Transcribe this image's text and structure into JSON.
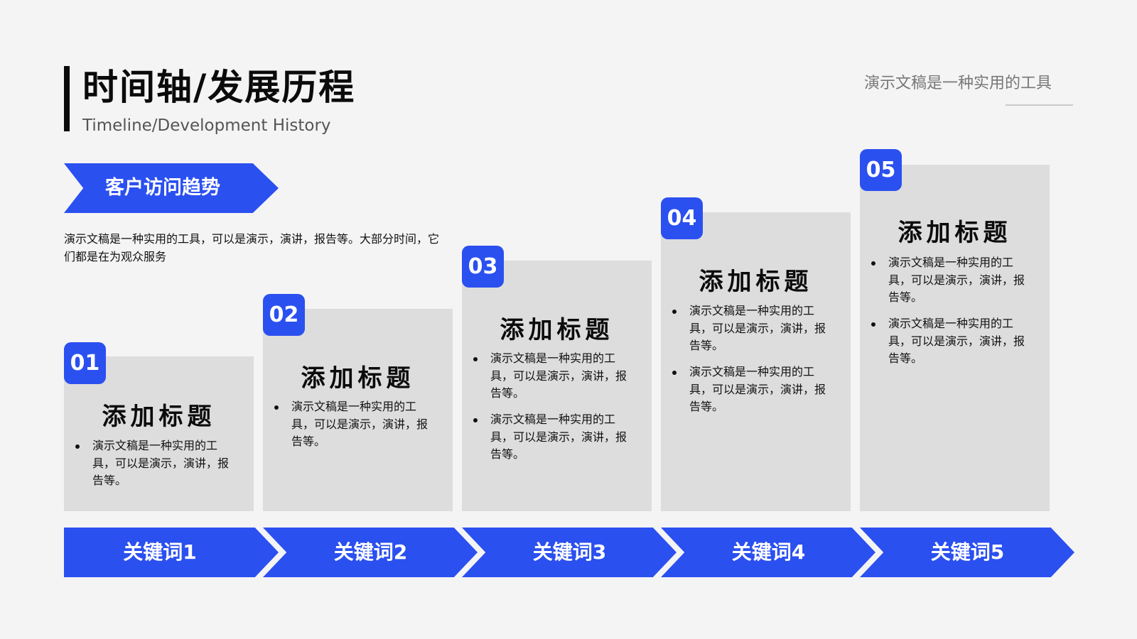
{
  "header": {
    "title": "时间轴/发展历程",
    "subtitle": "Timeline/Development History",
    "tagline": "演示文稿是一种实用的工具"
  },
  "trend": {
    "label": "客户访问趋势",
    "intro": "演示文稿是一种实用的工具，可以是演示，演讲，报告等。大部分时间，它们都是在为观众服务"
  },
  "steps": [
    {
      "number": "01",
      "title": "添加标题",
      "bullets": [
        "演示文稿是一种实用的工具，可以是演示，演讲，报告等。"
      ],
      "keyword": "关键词1"
    },
    {
      "number": "02",
      "title": "添加标题",
      "bullets": [
        "演示文稿是一种实用的工具，可以是演示，演讲，报告等。"
      ],
      "keyword": "关键词2"
    },
    {
      "number": "03",
      "title": "添加标题",
      "bullets": [
        "演示文稿是一种实用的工具，可以是演示，演讲，报告等。",
        "演示文稿是一种实用的工具，可以是演示，演讲，报告等。"
      ],
      "keyword": "关键词3"
    },
    {
      "number": "04",
      "title": "添加标题",
      "bullets": [
        "演示文稿是一种实用的工具，可以是演示，演讲，报告等。",
        "演示文稿是一种实用的工具，可以是演示，演讲，报告等。"
      ],
      "keyword": "关键词4"
    },
    {
      "number": "05",
      "title": "添加标题",
      "bullets": [
        "演示文稿是一种实用的工具，可以是演示，演讲，报告等。",
        "演示文稿是一种实用的工具，可以是演示，演讲，报告等。"
      ],
      "keyword": "关键词5"
    }
  ],
  "colors": {
    "accent": "#2b50f0",
    "card": "#dddddd",
    "background": "#f4f4f5"
  }
}
